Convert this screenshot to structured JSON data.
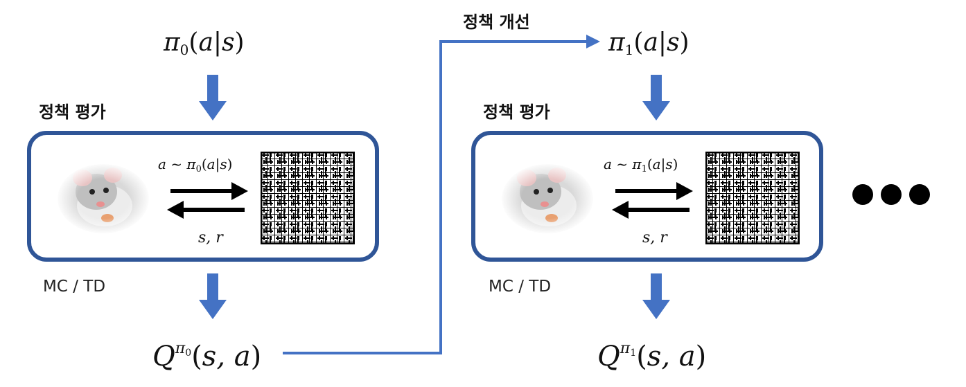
{
  "colors": {
    "accent": "#4472c4",
    "box_border": "#2f5597",
    "text": "#111111"
  },
  "stages": [
    {
      "policy": {
        "symbol": "π",
        "index": "0",
        "args": "a",
        "bar": "|",
        "cond": "s"
      },
      "eval_label": "정책 평가",
      "action_label": {
        "a": "a",
        "tilde": "~",
        "symbol": "π",
        "index": "0",
        "args": "a",
        "bar": "|",
        "cond": "s"
      },
      "state_label": "s, r",
      "method_label": "MC / TD",
      "q": {
        "Q": "Q",
        "symbol": "π",
        "index": "0",
        "args": "s, a"
      }
    },
    {
      "policy": {
        "symbol": "π",
        "index": "1",
        "args": "a",
        "bar": "|",
        "cond": "s"
      },
      "eval_label": "정책 평가",
      "action_label": {
        "a": "a",
        "tilde": "~",
        "symbol": "π",
        "index": "1",
        "args": "a",
        "bar": "|",
        "cond": "s"
      },
      "state_label": "s, r",
      "method_label": "MC / TD",
      "q": {
        "Q": "Q",
        "symbol": "π",
        "index": "1",
        "args": "s, a"
      }
    }
  ],
  "improve_label": "정책 개선",
  "icons": [
    "rat-image",
    "maze-image",
    "down-arrow-icon",
    "ellipsis-icon"
  ]
}
